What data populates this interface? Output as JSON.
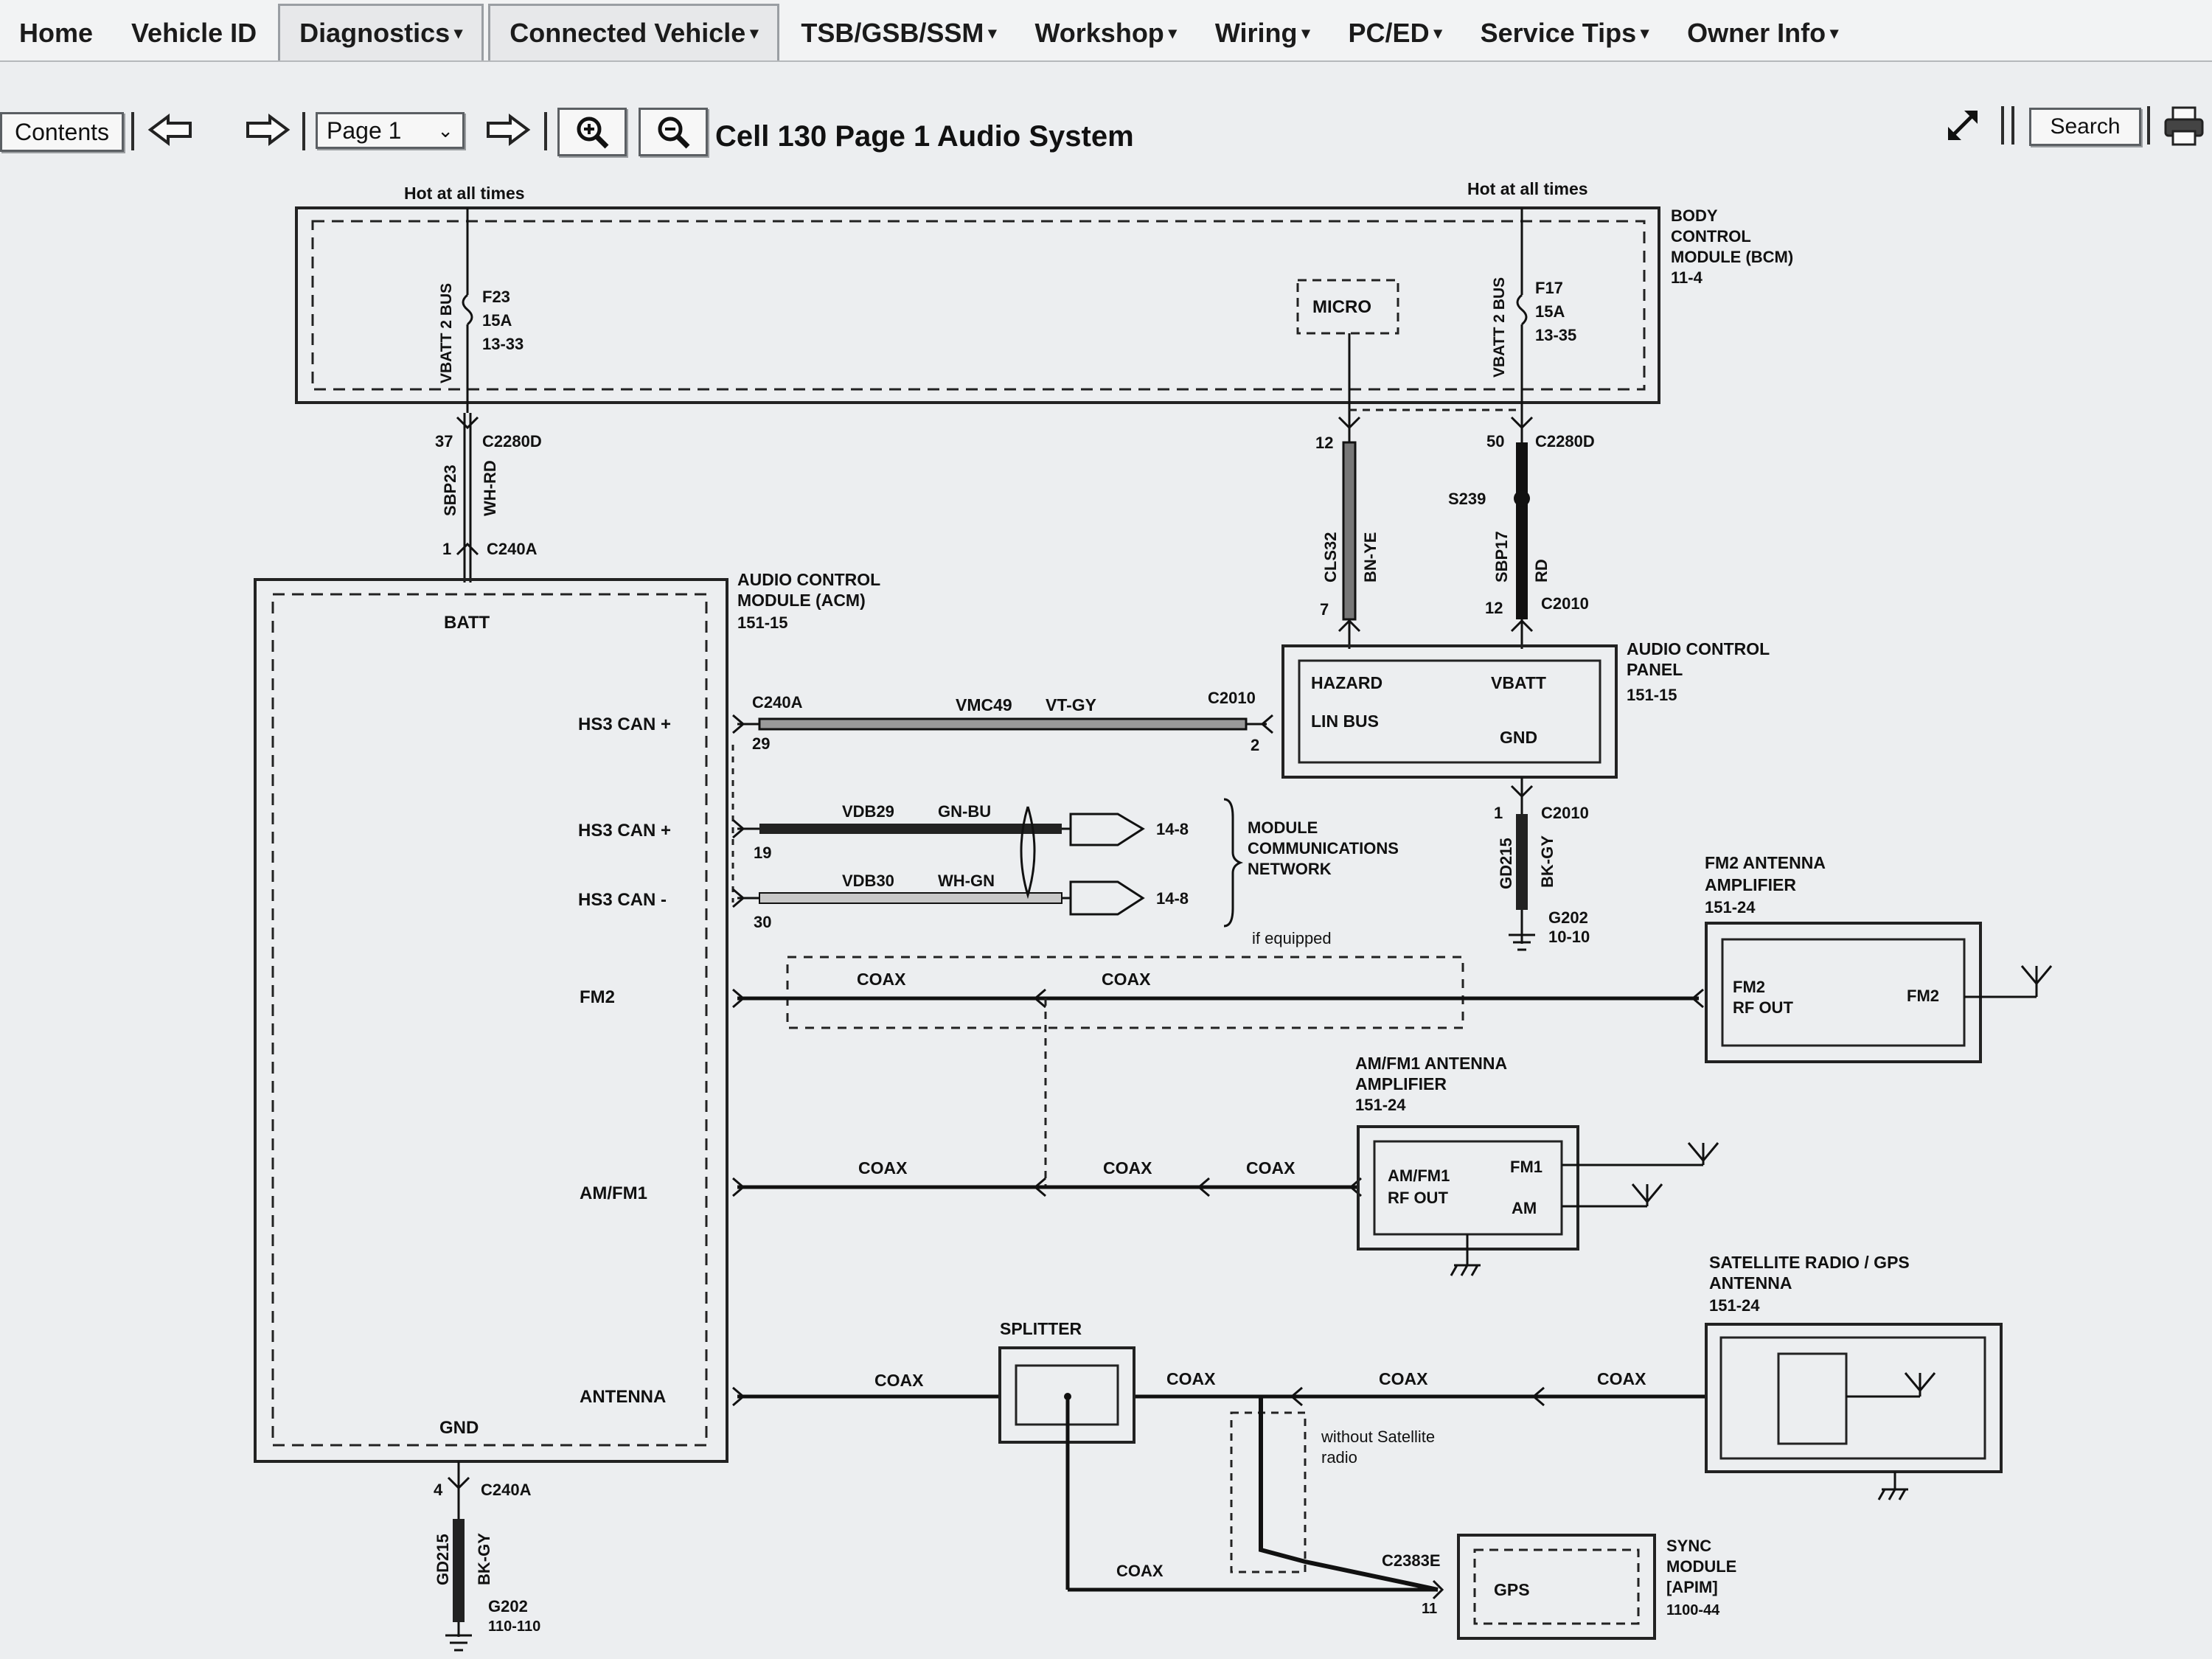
{
  "nav": {
    "items": [
      {
        "label": "Home",
        "dropdown": false,
        "boxed": false
      },
      {
        "label": "Vehicle ID",
        "dropdown": false,
        "boxed": false
      },
      {
        "label": "Diagnostics",
        "dropdown": true,
        "boxed": true
      },
      {
        "label": "Connected Vehicle",
        "dropdown": true,
        "boxed": true
      },
      {
        "label": "TSB/GSB/SSM",
        "dropdown": true,
        "boxed": false
      },
      {
        "label": "Workshop",
        "dropdown": true,
        "boxed": false
      },
      {
        "label": "Wiring",
        "dropdown": true,
        "boxed": false
      },
      {
        "label": "PC/ED",
        "dropdown": true,
        "boxed": false
      },
      {
        "label": "Service Tips",
        "dropdown": true,
        "boxed": false
      },
      {
        "label": "Owner Info",
        "dropdown": true,
        "boxed": false
      }
    ]
  },
  "toolbar": {
    "contents_label": "Contents",
    "page_select_value": "Page 1",
    "title": "Cell 130 Page 1 Audio System",
    "search_label": "Search",
    "icons": [
      "back-arrow-icon",
      "forward-arrow-icon",
      "next-page-arrow-icon",
      "zoom-in-icon",
      "zoom-out-icon",
      "expand-icon",
      "print-icon"
    ]
  },
  "diagram": {
    "hot_left": "Hot at all times",
    "hot_right": "Hot at all times",
    "bcm": {
      "name": "BODY CONTROL MODULE (BCM)",
      "ref": "11-4",
      "micro": "MICRO",
      "f23": "F23",
      "f23_amp": "15A",
      "f23_ref": "13-33",
      "f17": "F17",
      "f17_amp": "15A",
      "f17_ref": "13-35",
      "bus_label": "VBATT 2 BUS"
    },
    "wire_batt": {
      "pin_top": "37",
      "conn_top": "C2280D",
      "circuit": "SBP23",
      "color": "WH-RD",
      "pin_bot": "1",
      "conn_bot": "C240A"
    },
    "wire_micro": {
      "pin_top": "12",
      "circuit": "CLS32",
      "color": "BN-YE",
      "pin_bot": "7"
    },
    "wire_vbatt": {
      "pin_top": "50",
      "conn_top": "C2280D",
      "splice": "S239",
      "circuit": "SBP17",
      "color": "RD",
      "pin_bot": "12",
      "conn_bot": "C2010"
    },
    "acm": {
      "name": "AUDIO CONTROL MODULE (ACM)",
      "ref": "151-15",
      "batt": "BATT",
      "pin_hs3a": "HS3 CAN +",
      "pin_hs3b": "HS3 CAN +",
      "pin_hs3c": "HS3 CAN -",
      "pin_fm2": "FM2",
      "pin_amfm1": "AM/FM1",
      "pin_antenna": "ANTENNA",
      "gnd": "GND"
    },
    "lin": {
      "conn_left": "C240A",
      "pin_left": "29",
      "circuit": "VMC49",
      "color": "VT-GY",
      "conn_right": "C2010",
      "pin_right": "2"
    },
    "can_hi": {
      "circuit": "VDB29",
      "color": "GN-BU",
      "pin": "19",
      "ref": "14-8"
    },
    "can_lo": {
      "circuit": "VDB30",
      "color": "WH-GN",
      "pin": "30",
      "ref": "14-8"
    },
    "network": "MODULE COMMUNICATIONS NETWORK",
    "panel": {
      "name": "AUDIO CONTROL PANEL",
      "ref": "151-15",
      "hazard": "HAZARD",
      "vbatt": "VBATT",
      "lin": "LIN BUS",
      "gnd": "GND"
    },
    "panel_gnd": {
      "pin": "1",
      "conn": "C2010",
      "circuit": "GD215",
      "color": "BK-GY",
      "ground": "G202",
      "ref": "10-10"
    },
    "if_equipped": "if equipped",
    "coax": "COAX",
    "fm2_amp": {
      "name": "FM2 ANTENNA AMPLIFIER",
      "ref": "151-24",
      "rf": "FM2 RF OUT",
      "fm2": "FM2"
    },
    "amfm1_amp": {
      "name": "AM/FM1 ANTENNA AMPLIFIER",
      "ref": "151-24",
      "rf": "AM/FM1 RF OUT",
      "fm1": "FM1",
      "am": "AM"
    },
    "sat": {
      "name": "SATELLITE RADIO / GPS ANTENNA",
      "ref": "151-24"
    },
    "splitter": "SPLITTER",
    "without_sat": "without Satellite radio",
    "sync": {
      "name": "SYNC MODULE [APIM]",
      "ref": "1100-44",
      "gps": "GPS",
      "conn": "C2383E",
      "pin": "11"
    },
    "acm_gnd": {
      "pin": "4",
      "conn": "C240A",
      "circuit": "GD215",
      "color": "BK-GY",
      "ground": "G202",
      "ref": "110-110"
    }
  }
}
